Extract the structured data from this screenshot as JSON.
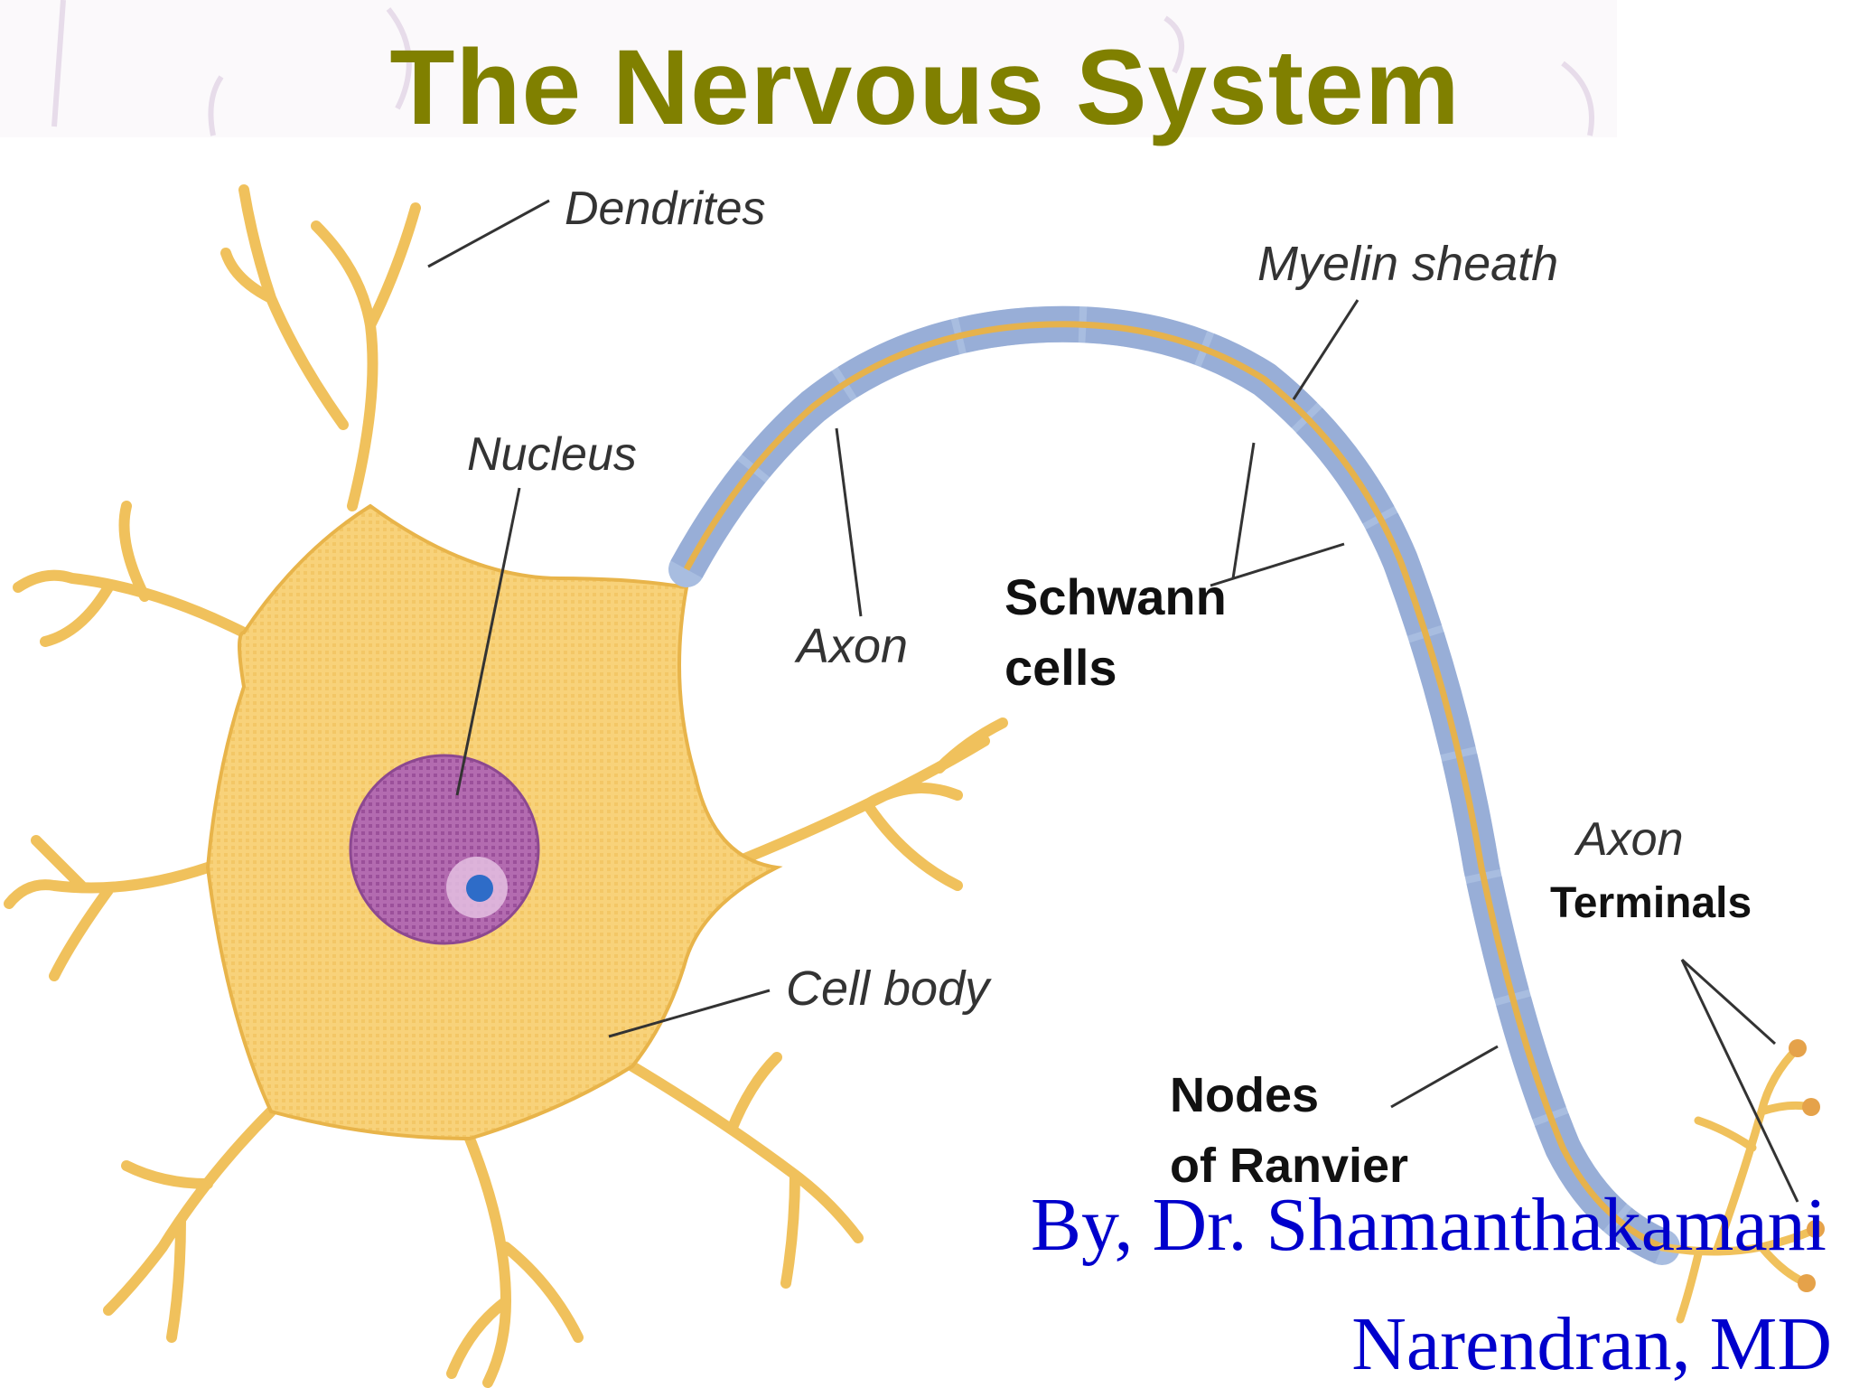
{
  "slide": {
    "title": "The Nervous System",
    "credit_line1": "By,  Dr. Shamanthakamani",
    "credit_line2": "Narendran, MD"
  },
  "labels": {
    "dendrites": "Dendrites",
    "myelin_sheath": "Myelin sheath",
    "nucleus": "Nucleus",
    "axon": "Axon",
    "schwann_line1": "Schwann",
    "schwann_line2": "cells",
    "axon_terminals_line1": "Axon",
    "axon_terminals_line2": "Terminals",
    "cell_body": "Cell body",
    "nodes_line1": "Nodes",
    "nodes_line2": "of Ranvier"
  },
  "colors": {
    "title": "#808000",
    "credit": "#0000cc",
    "cell_fill": "#f8d27a",
    "myelin": "#a8bde0",
    "axon_core": "#e6b24c",
    "nucleus": "#a85aa6",
    "nucleolus": "#2e6cc8",
    "label": "#333333"
  }
}
